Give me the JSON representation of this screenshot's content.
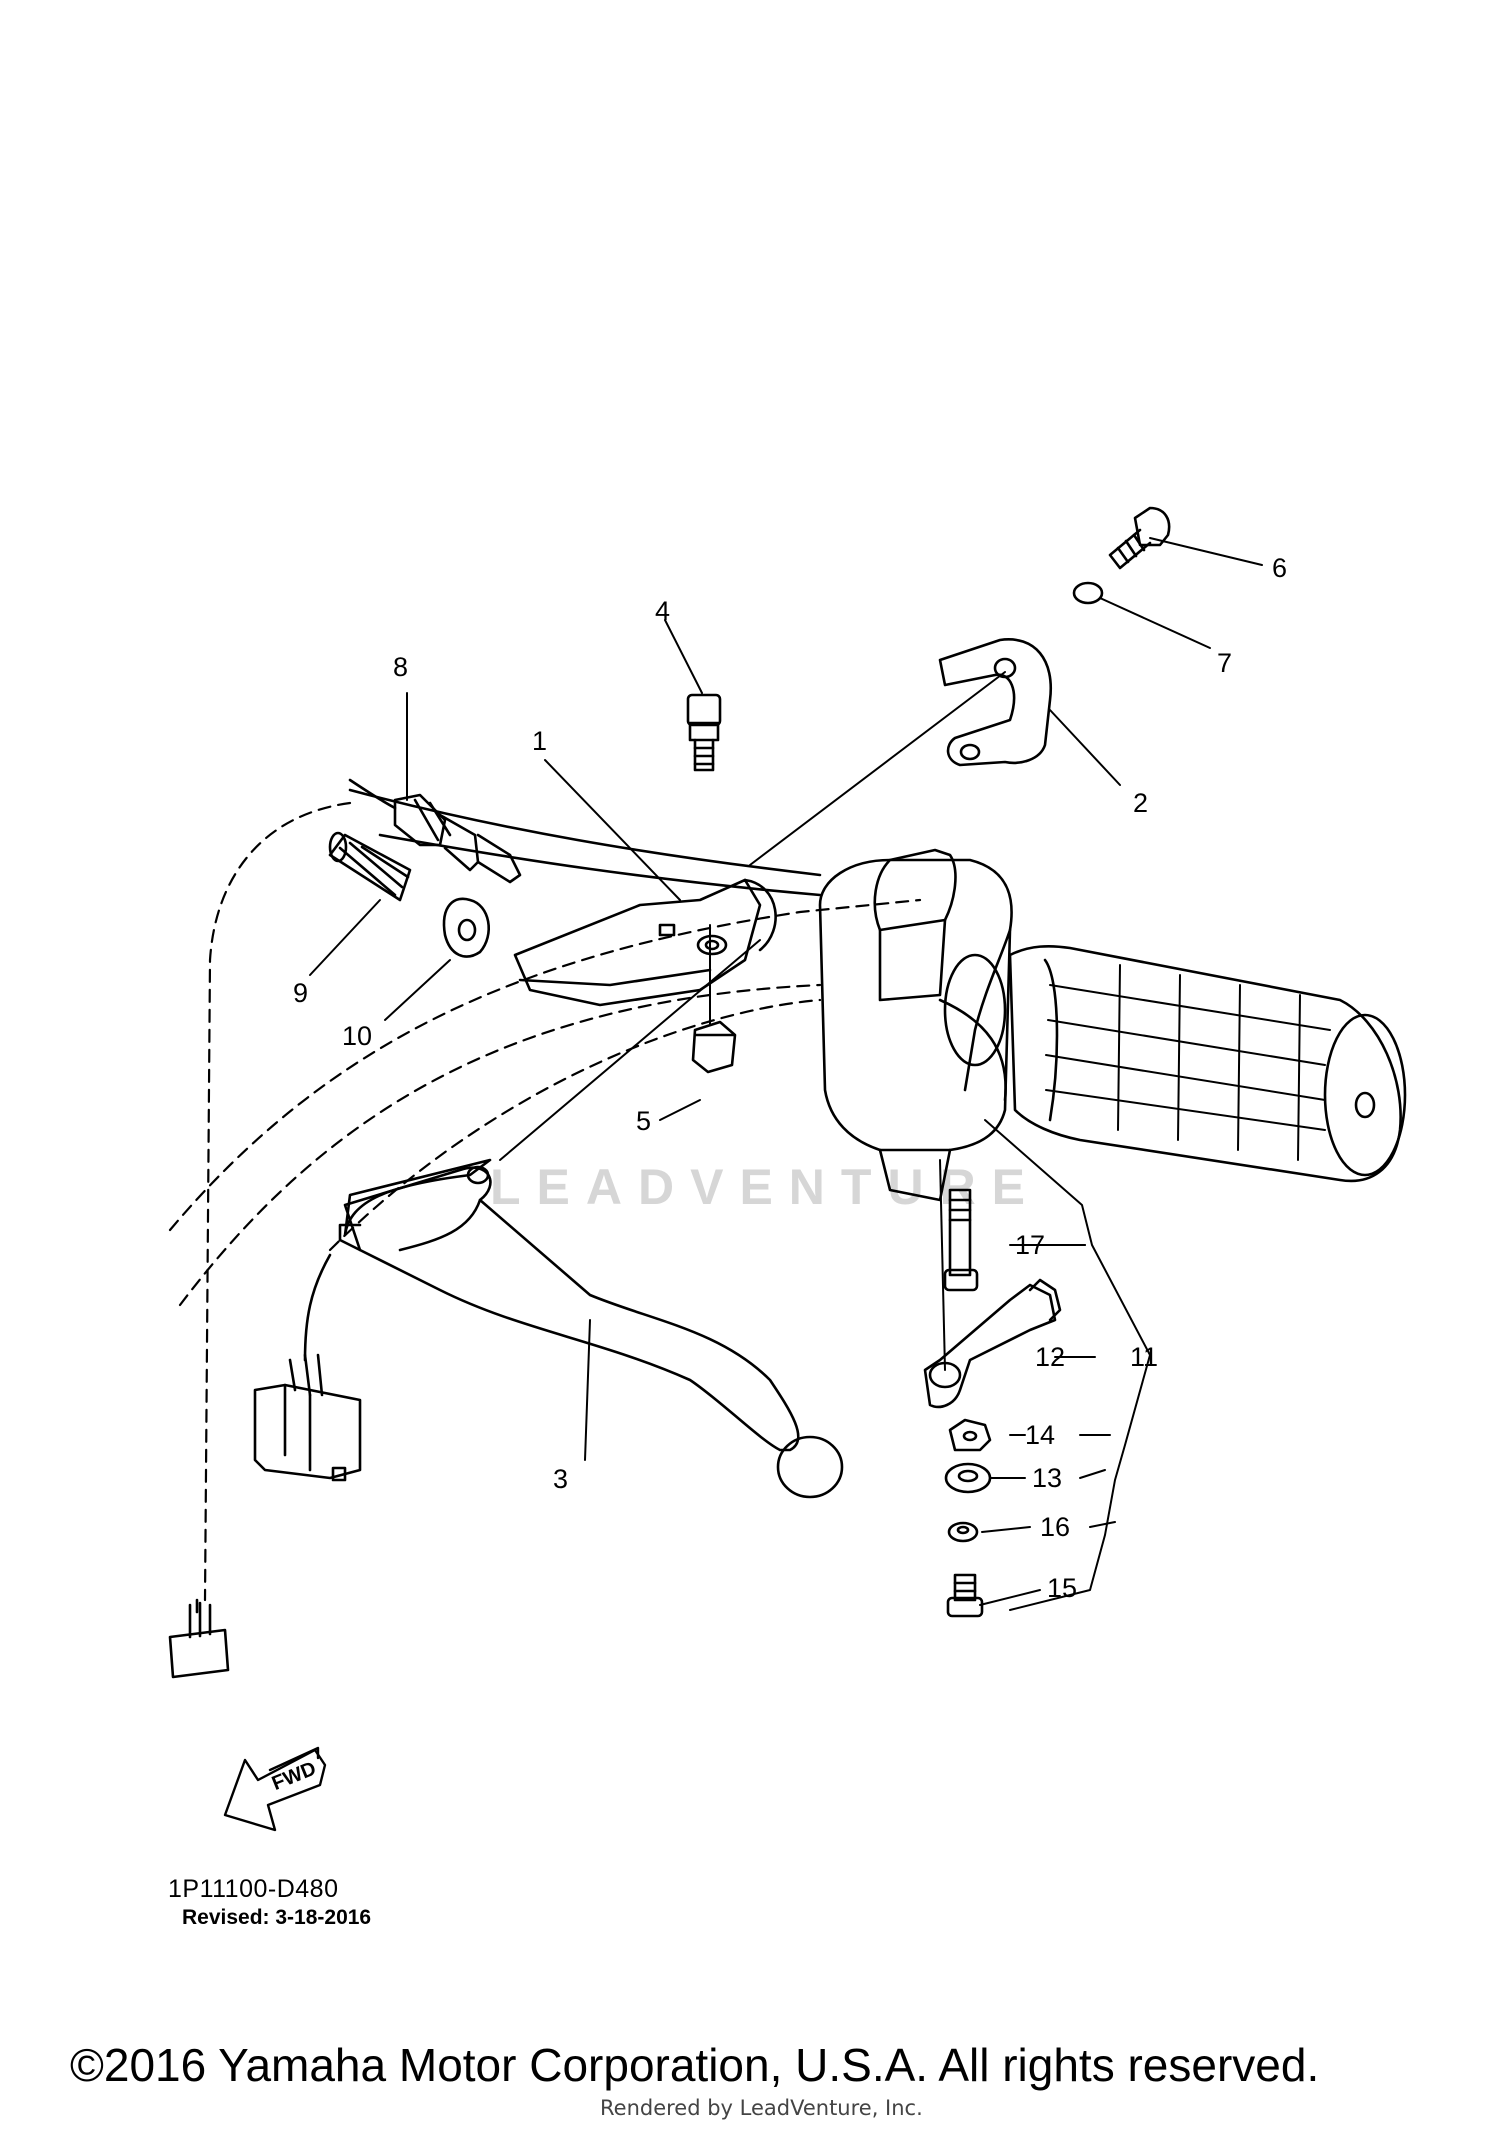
{
  "watermark": "LEADVENTURE",
  "fwd_label": "FWD",
  "diagram_code": "1P11100-D480",
  "revised": "Revised: 3-18-2016",
  "copyright": "©2016 Yamaha Motor Corporation, U.S.A. All rights reserved.",
  "rendered_by": "Rendered by LeadVenture, Inc.",
  "callouts": {
    "c1": "1",
    "c2": "2",
    "c3": "3",
    "c4": "4",
    "c5": "5",
    "c6": "6",
    "c7": "7",
    "c8": "8",
    "c9": "9",
    "c10": "10",
    "c11": "11",
    "c12": "12",
    "c13": "13",
    "c14": "14",
    "c15": "15",
    "c16": "16",
    "c17": "17"
  }
}
